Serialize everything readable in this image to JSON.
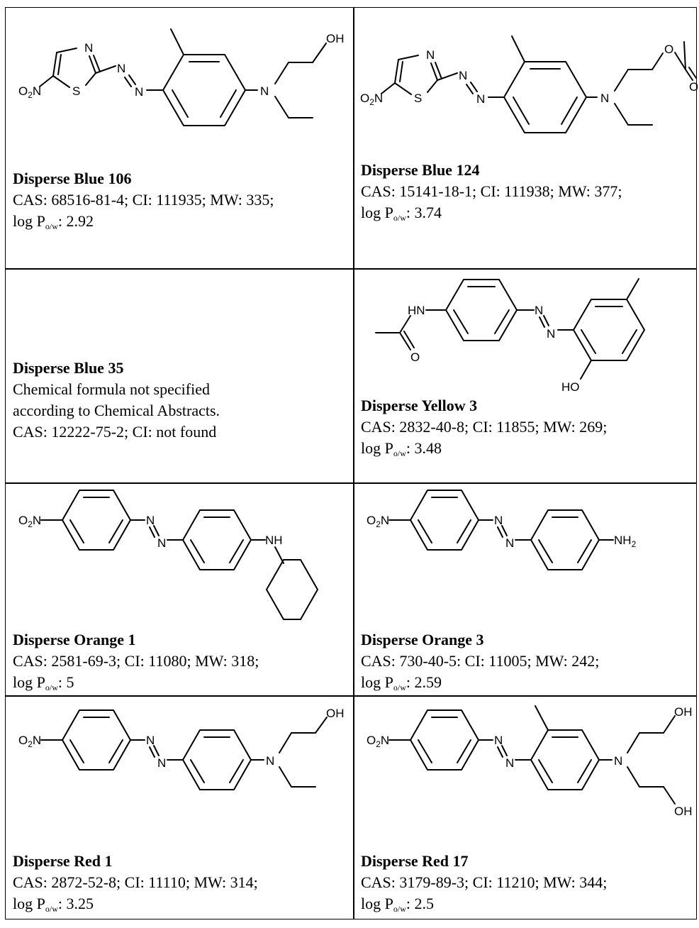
{
  "compounds": [
    {
      "name": "Disperse Blue 106",
      "line1": "CAS: 68516-81-4; CI: 111935; MW: 335;",
      "logp_prefix": "log P",
      "logp_sub": "o/w",
      "logp_value": ": 2.92",
      "atoms": {
        "n_ring": "N",
        "s": "S",
        "no2": "O",
        "no2_sub": "2",
        "no2_n": "N",
        "azo1": "N",
        "azo2": "N",
        "amine": "N",
        "oh": "OH"
      }
    },
    {
      "name": "Disperse Blue 124",
      "line1": "CAS: 15141-18-1; CI: 111938; MW: 377;",
      "logp_prefix": "log P",
      "logp_sub": "o/w",
      "logp_value": ": 3.74",
      "atoms": {
        "n_ring": "N",
        "s": "S",
        "no2": "O",
        "no2_sub": "2",
        "no2_n": "N",
        "azo1": "N",
        "azo2": "N",
        "amine": "N",
        "o1": "O",
        "o2": "O"
      }
    },
    {
      "name": "Disperse Blue 35",
      "desc1": "Chemical formula not specified",
      "desc2": "according to Chemical Abstracts.",
      "desc3": "CAS: 12222-75-2; CI: not found"
    },
    {
      "name": "Disperse Yellow 3",
      "line1": "CAS: 2832-40-8; CI: 11855; MW: 269;",
      "logp_prefix": "log P",
      "logp_sub": "o/w",
      "logp_value": ": 3.48",
      "atoms": {
        "hn": "HN",
        "o": "O",
        "azo1": "N",
        "azo2": "N",
        "ho": "HO"
      }
    },
    {
      "name": "Disperse Orange 1",
      "line1": "CAS: 2581-69-3; CI: 11080; MW: 318;",
      "logp_prefix": "log P",
      "logp_sub": "o/w",
      "logp_value": ": 5",
      "atoms": {
        "no2": "O",
        "no2_sub": "2",
        "no2_n": "N",
        "azo1": "N",
        "azo2": "N",
        "nh": "NH"
      }
    },
    {
      "name": "Disperse Orange 3",
      "line1": "CAS: 730-40-5: CI: 11005; MW: 242;",
      "logp_prefix": "log P",
      "logp_sub": "o/w",
      "logp_value": ": 2.59",
      "atoms": {
        "no2": "O",
        "no2_sub": "2",
        "no2_n": "N",
        "azo1": "N",
        "azo2": "N",
        "nh2": "NH",
        "nh2_sub": "2"
      }
    },
    {
      "name": "Disperse Red 1",
      "line1": "CAS: 2872-52-8; CI: 11110; MW: 314;",
      "logp_prefix": "log P",
      "logp_sub": "o/w",
      "logp_value": ": 3.25",
      "atoms": {
        "no2": "O",
        "no2_sub": "2",
        "no2_n": "N",
        "azo1": "N",
        "azo2": "N",
        "amine": "N",
        "oh": "OH"
      }
    },
    {
      "name": "Disperse Red 17",
      "line1": "CAS: 3179-89-3; CI: 11210; MW: 344;",
      "logp_prefix": "log P",
      "logp_sub": "o/w",
      "logp_value": ": 2.5",
      "atoms": {
        "no2": "O",
        "no2_sub": "2",
        "no2_n": "N",
        "azo1": "N",
        "azo2": "N",
        "amine": "N",
        "oh1": "OH",
        "oh2": "OH"
      }
    }
  ]
}
